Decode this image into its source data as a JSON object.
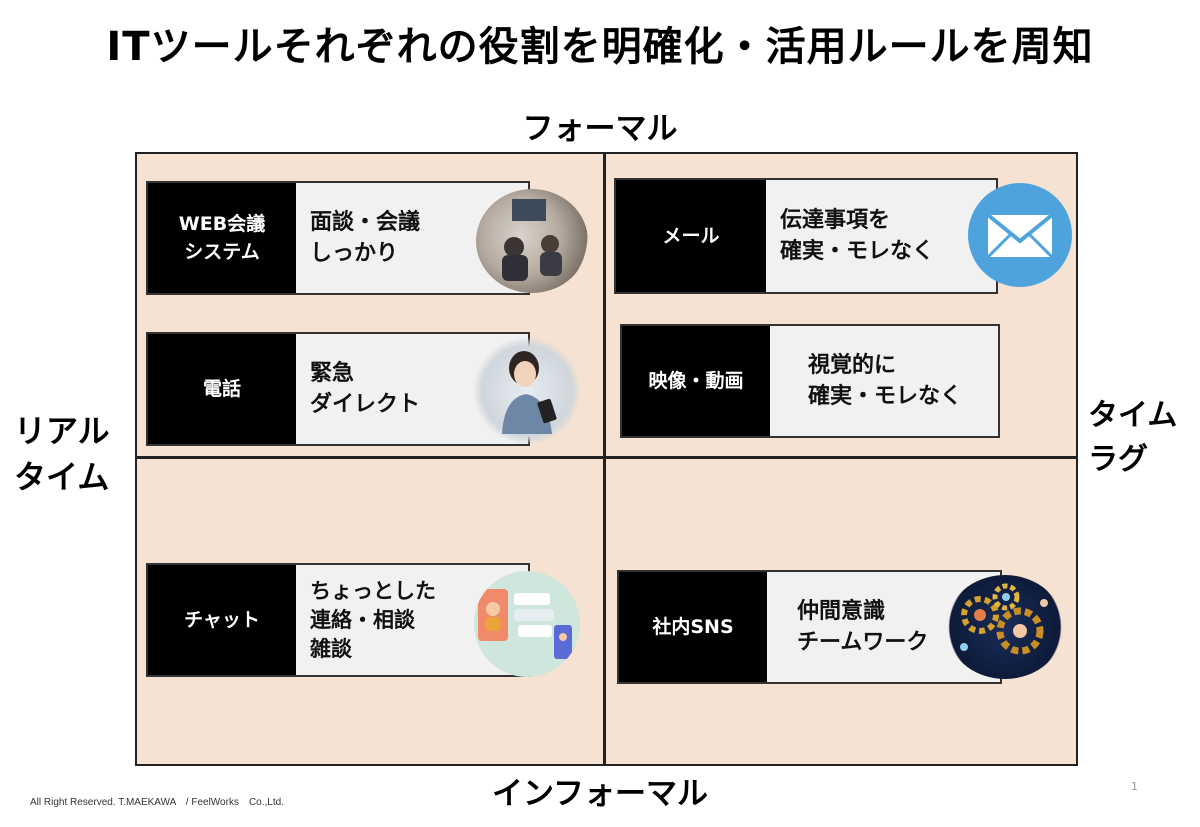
{
  "title": "ITツールそれぞれの役割を明確化・活用ルールを周知",
  "axes": {
    "top": "フォーマル",
    "bottom": "インフォーマル",
    "left": "リアル\nタイム",
    "right": "タイム\nラグ"
  },
  "tools": [
    {
      "label": "WEB会議\nシステム",
      "desc": "面談・会議\nしっかり",
      "icon": "video-meeting-photo"
    },
    {
      "label": "電話",
      "desc": "緊急\nダイレクト",
      "icon": "woman-on-phone-photo"
    },
    {
      "label": "チャット",
      "desc": "ちょっとした\n連絡・相談\n雑談",
      "icon": "chat-phones-illustration"
    },
    {
      "label": "メール",
      "desc": "伝達事項を\n確実・モレなく",
      "icon": "envelope-icon"
    },
    {
      "label": "映像・動画",
      "desc": "視覚的に\n確実・モレなく",
      "icon": ""
    },
    {
      "label": "社内SNS",
      "desc": "仲間意識\nチームワーク",
      "icon": "network-gears-illustration"
    }
  ],
  "footer": "All Right Reserved. T.MAEKAWA　/ FeelWorks　Co.,Ltd.",
  "page_number": "1",
  "colors": {
    "quadrant_bg": "#f5e2d2",
    "label_bg": "#000000",
    "desc_bg": "#f1f1f1",
    "mail_circle": "#4fa3dd"
  }
}
